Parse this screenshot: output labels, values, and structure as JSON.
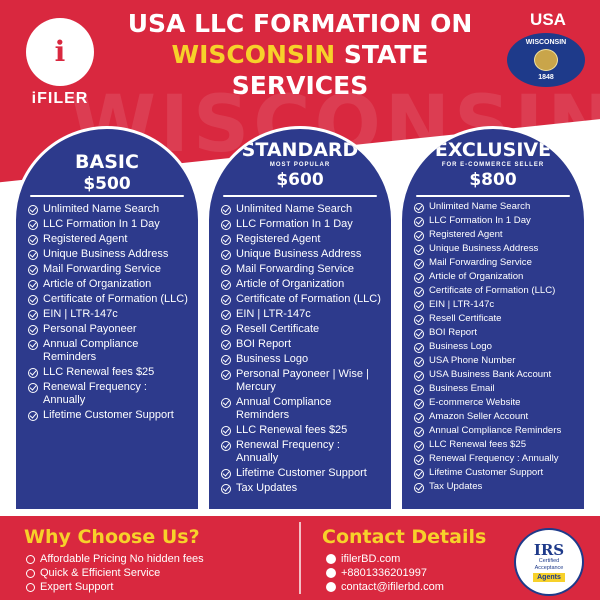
{
  "header": {
    "logo_text": "iFILER",
    "title_pre": "USA LLC FORMATION ON ",
    "title_highlight": "WISCONSIN",
    "title_post": " STATE SERVICES",
    "state_label": "USA",
    "flag_name": "WISCONSIN",
    "flag_year": "1848",
    "watermark": "WISCONSIN"
  },
  "colors": {
    "brand_red": "#d9283f",
    "card_blue": "#2d3a8c",
    "highlight_yellow": "#f7d12a"
  },
  "plans": [
    {
      "name": "BASIC",
      "subtitle": "",
      "price": "$500",
      "features": [
        "Unlimited Name Search",
        "LLC Formation In 1 Day",
        "Registered Agent",
        "Unique Business Address",
        "Mail Forwarding Service",
        "Article of Organization",
        "Certificate of Formation (LLC)",
        "EIN | LTR-147c",
        "Personal Payoneer",
        "Annual Compliance Reminders",
        "LLC Renewal fees $25",
        "Renewal Frequency : Annually",
        "Lifetime Customer Support"
      ]
    },
    {
      "name": "STANDARD",
      "subtitle": "MOST POPULAR",
      "price": "$600",
      "features": [
        "Unlimited Name Search",
        "LLC Formation In 1 Day",
        "Registered Agent",
        "Unique Business Address",
        "Mail Forwarding Service",
        "Article of Organization",
        "Certificate of Formation (LLC)",
        "EIN | LTR-147c",
        "Resell Certificate",
        "BOI Report",
        "Business Logo",
        "Personal Payoneer | Wise | Mercury",
        "Annual Compliance Reminders",
        "LLC Renewal fees $25",
        "Renewal Frequency : Annually",
        "Lifetime Customer Support",
        "Tax Updates"
      ]
    },
    {
      "name": "EXCLUSIVE",
      "subtitle": "FOR E-COMMERCE SELLER",
      "price": "$800",
      "features": [
        "Unlimited Name Search",
        "LLC Formation In 1 Day",
        "Registered Agent",
        "Unique Business Address",
        "Mail Forwarding Service",
        "Article of Organization",
        "Certificate of Formation (LLC)",
        "EIN | LTR-147c",
        "Resell Certificate",
        "BOI Report",
        "Business Logo",
        "USA Phone Number",
        "USA Business Bank Account",
        "Business Email",
        "E-commerce Website",
        "Amazon Seller Account",
        "Annual Compliance Reminders",
        "LLC Renewal fees $25",
        "Renewal Frequency : Annually",
        "Lifetime Customer Support",
        "Tax Updates"
      ]
    }
  ],
  "footer": {
    "why_title": "Why Choose Us?",
    "why_items": [
      "Affordable Pricing No hidden fees",
      "Quick & Efficient Service",
      "Expert Support"
    ],
    "contact_title": "Contact Details",
    "contact_items": [
      {
        "icon": "globe-icon",
        "text": "ifilerBD.com"
      },
      {
        "icon": "whatsapp-icon",
        "text": "+8801336201997"
      },
      {
        "icon": "telegram-icon",
        "text": "contact@ifilerbd.com"
      }
    ],
    "badge": {
      "title": "IRS",
      "line1": "Certified",
      "line2": "Acceptance",
      "band": "Agents"
    }
  }
}
